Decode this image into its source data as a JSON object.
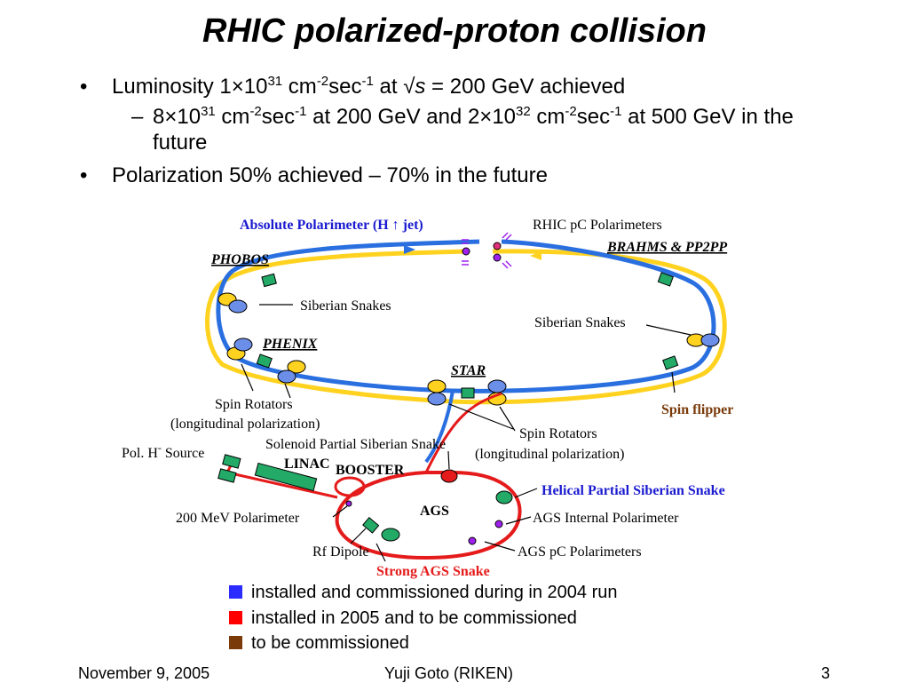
{
  "title": "RHIC polarized-proton collision",
  "bullets": {
    "b1": {
      "p1": "Luminosity 1",
      "times": "×",
      "p2": "10",
      "sup1": "31",
      "p3": " cm",
      "sup2": "-2",
      "p4": "sec",
      "sup3": "-1",
      "p5": " at ",
      "sqrt": "√",
      "s": "s",
      "p6": " = 200 GeV achieved"
    },
    "b2": {
      "p1": "8",
      "times1": "×",
      "p2": "10",
      "sup1": "31",
      "p3": " cm",
      "sup2": "-2",
      "p4": "sec",
      "sup3": "-1",
      "p5": " at 200 GeV and 2",
      "times2": "×",
      "p6": "10",
      "sup4": "32",
      "p7": " cm",
      "sup5": "-2",
      "p8": "sec",
      "sup6": "-1",
      "p9": " at 500 GeV in the future"
    },
    "b3": "Polarization 50% achieved – 70% in the future",
    "bullet_char": "•",
    "dash_char": "–"
  },
  "diagram": {
    "labels": {
      "abs_pol": "Absolute Polarimeter (H",
      "abs_pol_end": " jet)",
      "rhic_pc": "RHIC pC Polarimeters",
      "brahms": "BRAHMS & PP2PP",
      "phobos": "PHOBOS",
      "sib_snakes_left": "Siberian Snakes",
      "sib_snakes_right": "Siberian Snakes",
      "phenix": "PHENIX",
      "star": "STAR",
      "spin_rot_left_1": "Spin Rotators",
      "spin_rot_left_2": "(longitudinal polarization)",
      "spin_flipper": "Spin flipper",
      "solenoid": "Solenoid Partial Siberian Snake",
      "spin_rot_right_1": "Spin Rotators",
      "spin_rot_right_2": "(longitudinal polarization)",
      "pol_h": "Pol. H",
      "pol_h_sup": "-",
      "pol_h_end": " Source",
      "linac": "LINAC",
      "booster": "BOOSTER",
      "helical": "Helical Partial Siberian Snake",
      "ags": "AGS",
      "mev200": "200 MeV Polarimeter",
      "ags_internal": "AGS Internal Polarimeter",
      "rf_dipole": "Rf Dipole",
      "ags_pc": "AGS pC Polarimeters",
      "strong_ags": "Strong AGS Snake"
    },
    "colors": {
      "blue_ring": "#2a6fe0",
      "yellow_ring": "#ffd21f",
      "red_ring": "#e51b1b",
      "blue_label": "#1a1ad0",
      "red_label": "#e51b1b",
      "brown_label": "#7a3a0a",
      "magnet_green": "#22aa66"
    }
  },
  "legend": [
    {
      "color": "#2b2bff",
      "text": "installed and commissioned during in 2004 run"
    },
    {
      "color": "#ff0000",
      "text": "installed in 2005 and to be commissioned"
    },
    {
      "color": "#7a3a0a",
      "text": "to be commissioned"
    }
  ],
  "footer": {
    "date": "November 9, 2005",
    "author": "Yuji Goto (RIKEN)",
    "page": "3"
  }
}
